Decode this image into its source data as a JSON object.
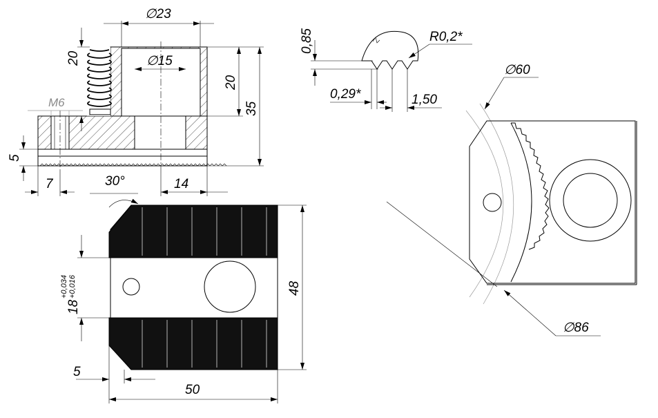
{
  "drawing": {
    "section_view": {
      "dim_diameter_23": "∅23",
      "dim_diameter_15": "∅15",
      "dim_height_20_left": "20",
      "dim_height_20_right": "20",
      "dim_height_35": "35",
      "dim_thread": "M6",
      "dim_base_5": "5",
      "dim_offset_7": "7",
      "dim_width_14": "14",
      "dim_angle_30": "30°"
    },
    "tooth_detail": {
      "dim_depth": "0,85",
      "dim_radius": "R0,2*",
      "dim_gap": "0,29*",
      "dim_pitch": "1,50"
    },
    "top_view": {
      "dim_slot": "18",
      "dim_slot_tol_upper": "+0,034",
      "dim_slot_tol_lower": "+0,016",
      "dim_height_48": "48",
      "dim_chamfer_5": "5",
      "dim_length_50": "50"
    },
    "jaw_view": {
      "dim_diameter_60": "∅60",
      "dim_diameter_86": "∅86"
    }
  }
}
